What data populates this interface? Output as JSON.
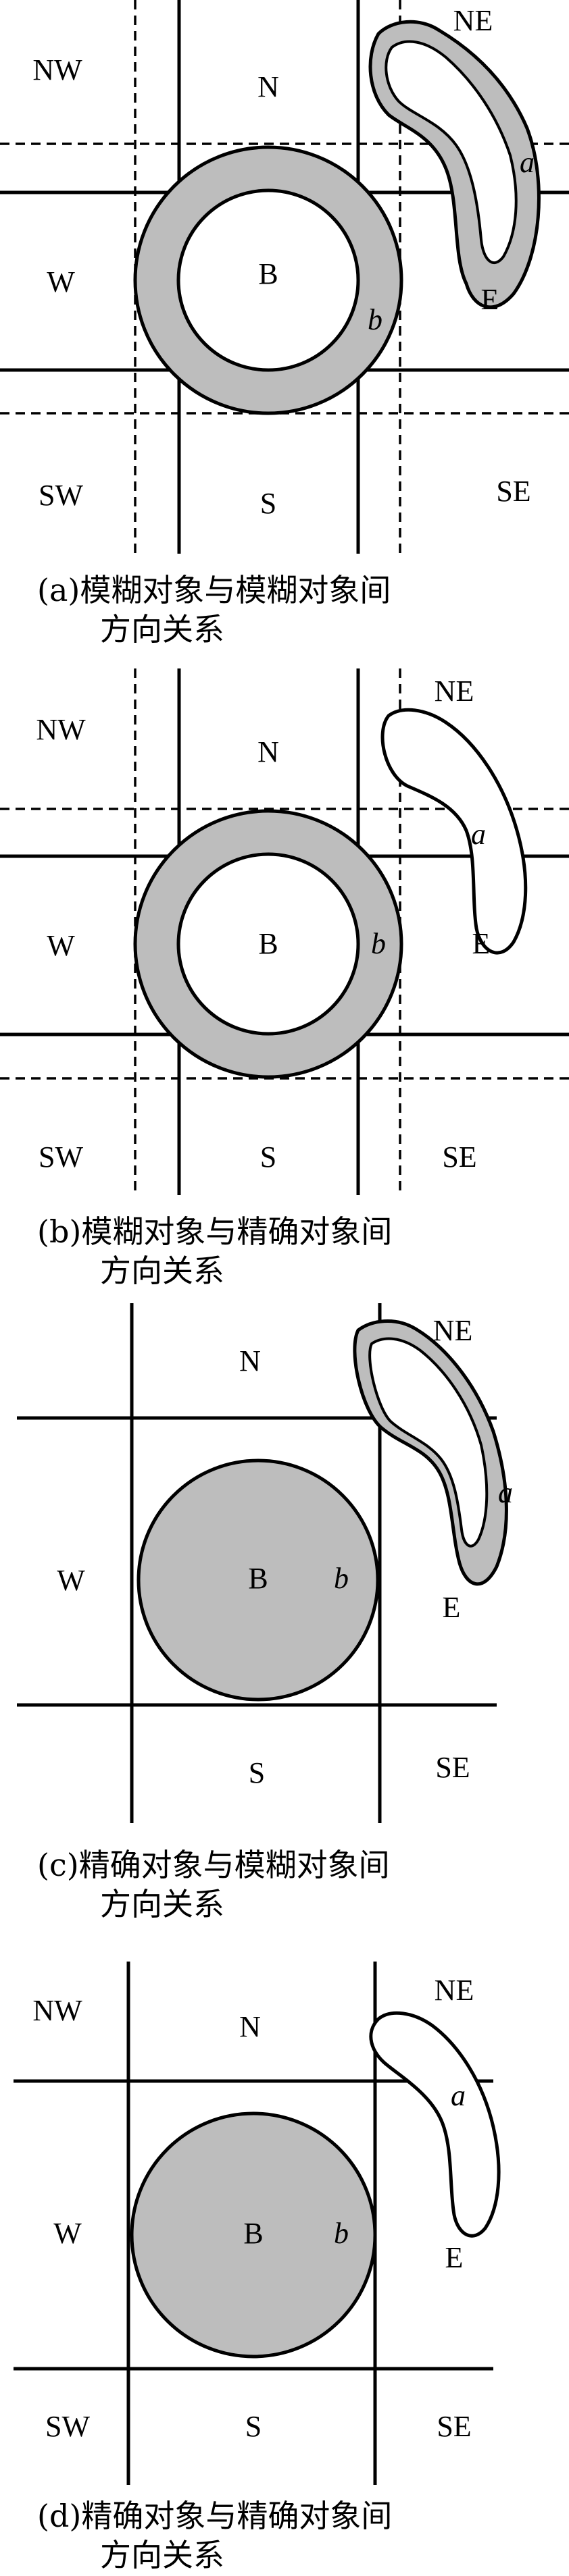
{
  "panels": [
    {
      "labels": {
        "nw": "NW",
        "n": "N",
        "ne": "NE",
        "w": "W",
        "b_center": "B",
        "b_obj": "b",
        "e": "E",
        "a_obj": "a",
        "sw": "SW",
        "s": "S",
        "se": "SE"
      },
      "caption_line1": "(a)模糊对象与模糊对象间",
      "caption_line2": "方向关系"
    },
    {
      "labels": {
        "nw": "NW",
        "n": "N",
        "ne": "NE",
        "w": "W",
        "b_center": "B",
        "b_obj": "b",
        "e": "E",
        "a_obj": "a",
        "sw": "SW",
        "s": "S",
        "se": "SE"
      },
      "caption_line1": "(b)模糊对象与精确对象间",
      "caption_line2": "方向关系"
    },
    {
      "labels": {
        "n": "N",
        "ne": "NE",
        "w": "W",
        "b_center": "B",
        "b_obj": "b",
        "e": "E",
        "a_obj": "a",
        "s": "S",
        "se": "SE"
      },
      "caption_line1": "(c)精确对象与模糊对象间",
      "caption_line2": "方向关系"
    },
    {
      "labels": {
        "nw": "NW",
        "n": "N",
        "ne": "NE",
        "w": "W",
        "b_center": "B",
        "b_obj": "b",
        "e": "E",
        "a_obj": "a",
        "sw": "SW",
        "s": "S",
        "se": "SE"
      },
      "caption_line1": "(d)精确对象与精确对象间",
      "caption_line2": "方向关系"
    }
  ]
}
